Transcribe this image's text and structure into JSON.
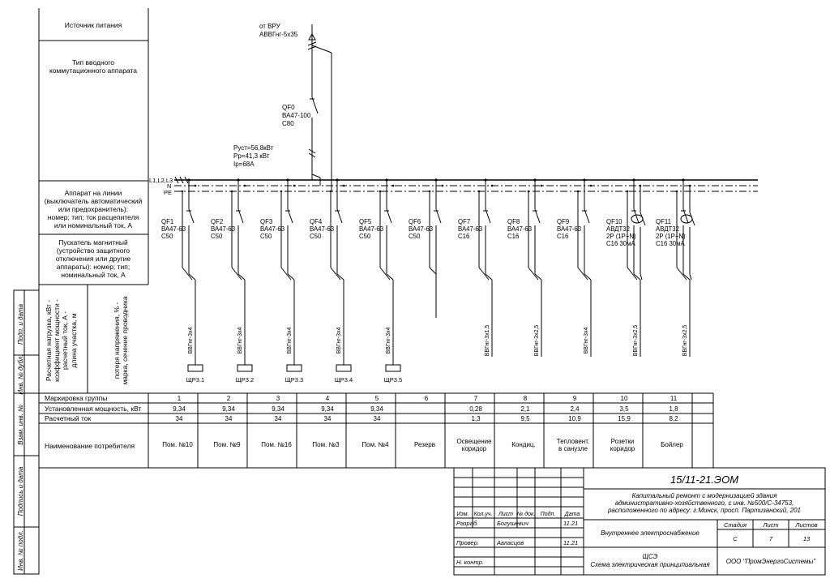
{
  "left_table": {
    "power_source": "Источник питания",
    "input_device": [
      "Тип вводного",
      "коммутационного аппарата"
    ],
    "line_device": [
      "Аппарат на линии",
      "(выключатель автоматический",
      "или предохранитель):",
      "номер; тип; ток расцепителя",
      "или номинальный ток, А"
    ],
    "starter": [
      "Пускатель магнитный",
      "(устройство защитного",
      "отключения или другие",
      "аппараты): номер; тип;",
      "номинальный ток, А"
    ],
    "calc_load": [
      "Расчетная нагрузка, кВт -",
      "коэффициент мощности -",
      "расчетный ток, А -",
      "длина участка, м"
    ],
    "voltage_loss": [
      "потеря напряжения, % -",
      "марка, сечение проводника"
    ],
    "row_group": "Маркировка группы",
    "row_power": "Установленная мощность, кВт",
    "row_current": "Расчетный ток",
    "row_consumer": "Наименование потребителя"
  },
  "side_stamps": [
    "Подп. и дата",
    "Инв. № дубл.",
    "Взам. инв. №",
    "Подпись и дата",
    "Инв. № подл."
  ],
  "supply": {
    "from": "от ВРУ",
    "cable": "АВВГнг-5х35",
    "qf0": [
      "QF0",
      "ВА47-100",
      "С80"
    ],
    "params": [
      "Руст=56,8кВт",
      "Рр=41,3 кВт",
      "Iр=68А"
    ]
  },
  "bus_labels": [
    "L1,L2,L3",
    "N",
    "PE"
  ],
  "groups": [
    {
      "num": "1",
      "breaker": [
        "QF1",
        "ВА47-63",
        "С50"
      ],
      "cable": "ВВГнг-3х4",
      "panel": "ЩР3.1",
      "power": "9,34",
      "current": "34",
      "consumer": [
        "Пом. №10"
      ],
      "rcd": false,
      "has_cable": true
    },
    {
      "num": "2",
      "breaker": [
        "QF2",
        "ВА47-63",
        "С50"
      ],
      "cable": "ВВГнг-3х4",
      "panel": "ЩР3.2",
      "power": "9,34",
      "current": "34",
      "consumer": [
        "Пом. №9"
      ],
      "rcd": false,
      "has_cable": true
    },
    {
      "num": "3",
      "breaker": [
        "QF3",
        "ВА47-63",
        "С50"
      ],
      "cable": "ВВГнг-3х4",
      "panel": "ЩР3.3",
      "power": "9,34",
      "current": "34",
      "consumer": [
        "Пом. №16"
      ],
      "rcd": false,
      "has_cable": true
    },
    {
      "num": "4",
      "breaker": [
        "QF4",
        "ВА47-63",
        "С50"
      ],
      "cable": "ВВГнг-3х4",
      "panel": "ЩР3.4",
      "power": "9,34",
      "current": "34",
      "consumer": [
        "Пом. №3"
      ],
      "rcd": false,
      "has_cable": true
    },
    {
      "num": "5",
      "breaker": [
        "QF5",
        "ВА47-63",
        "С50"
      ],
      "cable": "ВВГнг-3х4",
      "panel": "ЩР3.5",
      "power": "9,34",
      "current": "34",
      "consumer": [
        "Пом. №4"
      ],
      "rcd": false,
      "has_cable": true
    },
    {
      "num": "6",
      "breaker": [
        "QF6",
        "ВА47-63",
        "С50"
      ],
      "cable": "",
      "panel": "",
      "power": "",
      "current": "",
      "consumer": [
        "Резерв"
      ],
      "rcd": false,
      "has_cable": false
    },
    {
      "num": "7",
      "breaker": [
        "QF7",
        "ВА47-63",
        "С16"
      ],
      "cable": "ВВГнг-3х1,5",
      "panel": "",
      "power": "0,28",
      "current": "1,3",
      "consumer": [
        "Освещение",
        "коридор"
      ],
      "rcd": false,
      "has_cable": true
    },
    {
      "num": "8",
      "breaker": [
        "QF8",
        "ВА47-63",
        "С16"
      ],
      "cable": "ВВГнг-3х2,5",
      "panel": "",
      "power": "2,1",
      "current": "9,5",
      "consumer": [
        "Кондиц."
      ],
      "rcd": false,
      "has_cable": true
    },
    {
      "num": "9",
      "breaker": [
        "QF9",
        "ВА47-63",
        "С16"
      ],
      "cable": "ВВГнг-3х4",
      "panel": "",
      "power": "2,4",
      "current": "10,9",
      "consumer": [
        "Тепловент.",
        "в санузле"
      ],
      "rcd": false,
      "has_cable": true
    },
    {
      "num": "10",
      "breaker": [
        "QF10",
        "АВДТ32",
        "2Р (1Р+N)",
        "С16 30мА"
      ],
      "cable": "ВВГнг-3х2,5",
      "panel": "",
      "power": "3,5",
      "current": "15,9",
      "consumer": [
        "Розетки",
        "коридор"
      ],
      "rcd": true,
      "has_cable": true
    },
    {
      "num": "11",
      "breaker": [
        "QF11",
        "АВДТ32",
        "2Р (1Р+N)",
        "С16 30мА"
      ],
      "cable": "ВВГнг-3х2,5",
      "panel": "",
      "power": "1,8",
      "current": "8,2",
      "consumer": [
        "Бойлер"
      ],
      "rcd": true,
      "has_cable": true
    }
  ],
  "title_block": {
    "code": "15/11-21.ЭОМ",
    "description": [
      "Капитальный ремонт с модернизацией здания",
      "административно-хозяйственного, с инв. №500/С-34753,",
      "расположенного по адресу: г.Минск, просп. Партизанский, 201"
    ],
    "headers": [
      "Изм.",
      "Кол.уч.",
      "Лист",
      "№ док.",
      "Подп.",
      "Дата"
    ],
    "roles": [
      {
        "role": "Разраб.",
        "name": "Богушевич",
        "date": "11.21"
      },
      {
        "role": "Провер.",
        "name": "Авласцов",
        "date": "11.21"
      },
      {
        "role": "Н. контр.",
        "name": "",
        "date": ""
      }
    ],
    "sheet_title": "Внутреннее электроснабжение",
    "stage_h": "Стадия",
    "sheet_h": "Лист",
    "sheets_h": "Листов",
    "stage": "С",
    "sheet": "7",
    "sheets": "13",
    "doc_title": [
      "ЩСЭ",
      "Схема электрическая принципиальная"
    ],
    "company": "ООО \"ПромЭнергоСистемы\""
  }
}
